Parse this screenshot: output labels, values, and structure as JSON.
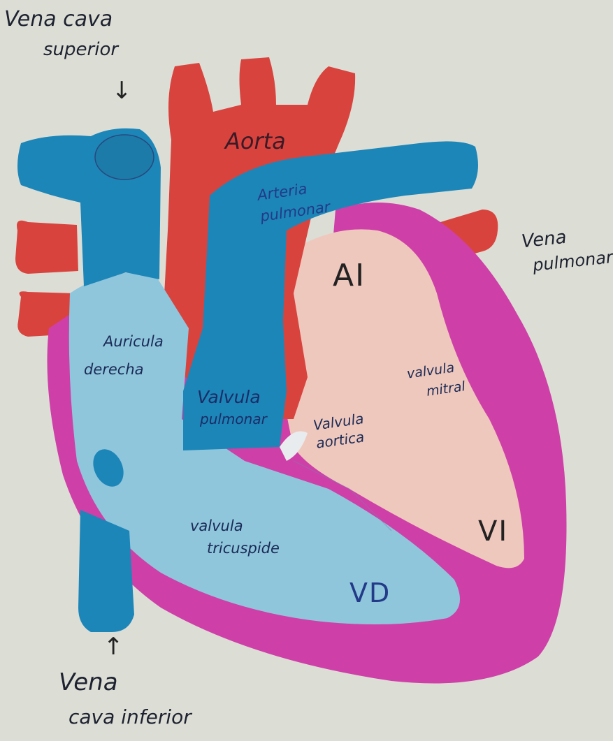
{
  "labels": {
    "vena_cava_superior_1": "Vena cava",
    "vena_cava_superior_2": "superior",
    "aorta": "Aorta",
    "arteria_pulmonar_1": "Arteria",
    "arteria_pulmonar_2": "pulmonar",
    "vena_pulmonar_1": "Vena",
    "vena_pulmonar_2": "pulmonar",
    "ai": "AI",
    "auricula_derecha_1": "Auricula",
    "auricula_derecha_2": "derecha",
    "valvula_mitral_1": "valvula",
    "valvula_mitral_2": "mitral",
    "valvula_pulmonar_1": "Valvula",
    "valvula_pulmonar_2": "pulmonar",
    "valvula_aortica_1": "Valvula",
    "valvula_aortica_2": "aortica",
    "valvula_tricuspide_1": "valvula",
    "valvula_tricuspide_2": "tricuspide",
    "vi": "VI",
    "vd": "VD",
    "vena_cava_inferior_1": "Vena",
    "vena_cava_inferior_2": "cava inferior",
    "arrow_down": "↓",
    "arrow_up": "↑"
  },
  "colors": {
    "paper": "#dcded6",
    "blue_dark": "#1d86b8",
    "blue_light": "#8fc6dc",
    "red": "#d9433e",
    "pink_left": "#efc8bd",
    "magenta": "#cf3fa8",
    "outline": "#2a3a70"
  }
}
